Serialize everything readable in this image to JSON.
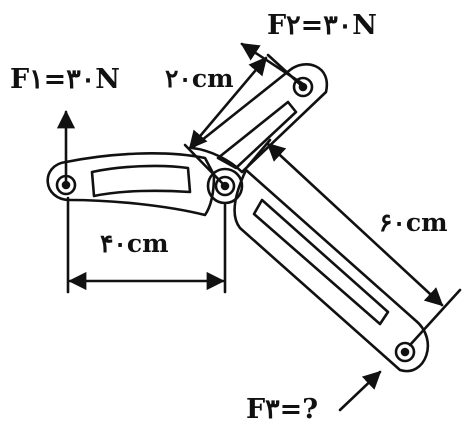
{
  "labels": {
    "f1": "F۱=۳۰N",
    "f2": "F۲=۳۰N",
    "f3": "F۳=?",
    "d20": "۲۰cm",
    "d40": "۴۰cm",
    "d60": "۶۰cm"
  },
  "colors": {
    "ink": "#111111",
    "background": "#ffffff"
  }
}
